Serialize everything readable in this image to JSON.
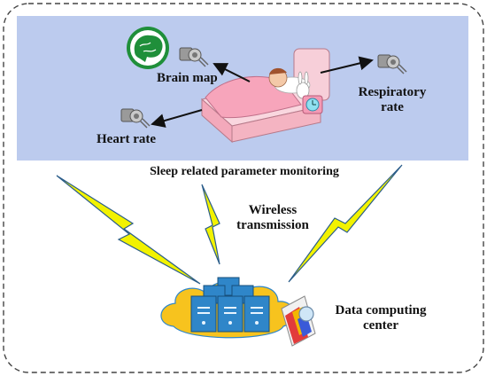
{
  "labels": {
    "brain_map": "Brain map",
    "respiratory_line1": "Respiratory",
    "respiratory_line2": "rate",
    "heart_rate": "Heart rate",
    "panel_caption": "Sleep related parameter monitoring",
    "wireless_line1": "Wireless",
    "wireless_line2": "transmission",
    "center_line1": "Data computing",
    "center_line2": "center"
  },
  "colors": {
    "panel": "#bccbee",
    "lightning": "#f2f200",
    "lightning_edge": "#2b5d8a",
    "cloud": "#f7c31e",
    "server": "#2f86c9",
    "brain_badge": "#1f8f3a",
    "bed": "#f4b4c2"
  },
  "icons": [
    "brain-icon",
    "sensor-icon",
    "bed-icon",
    "clock-icon",
    "server-icon",
    "cloud-icon",
    "lightning-icon",
    "chart-icon"
  ]
}
